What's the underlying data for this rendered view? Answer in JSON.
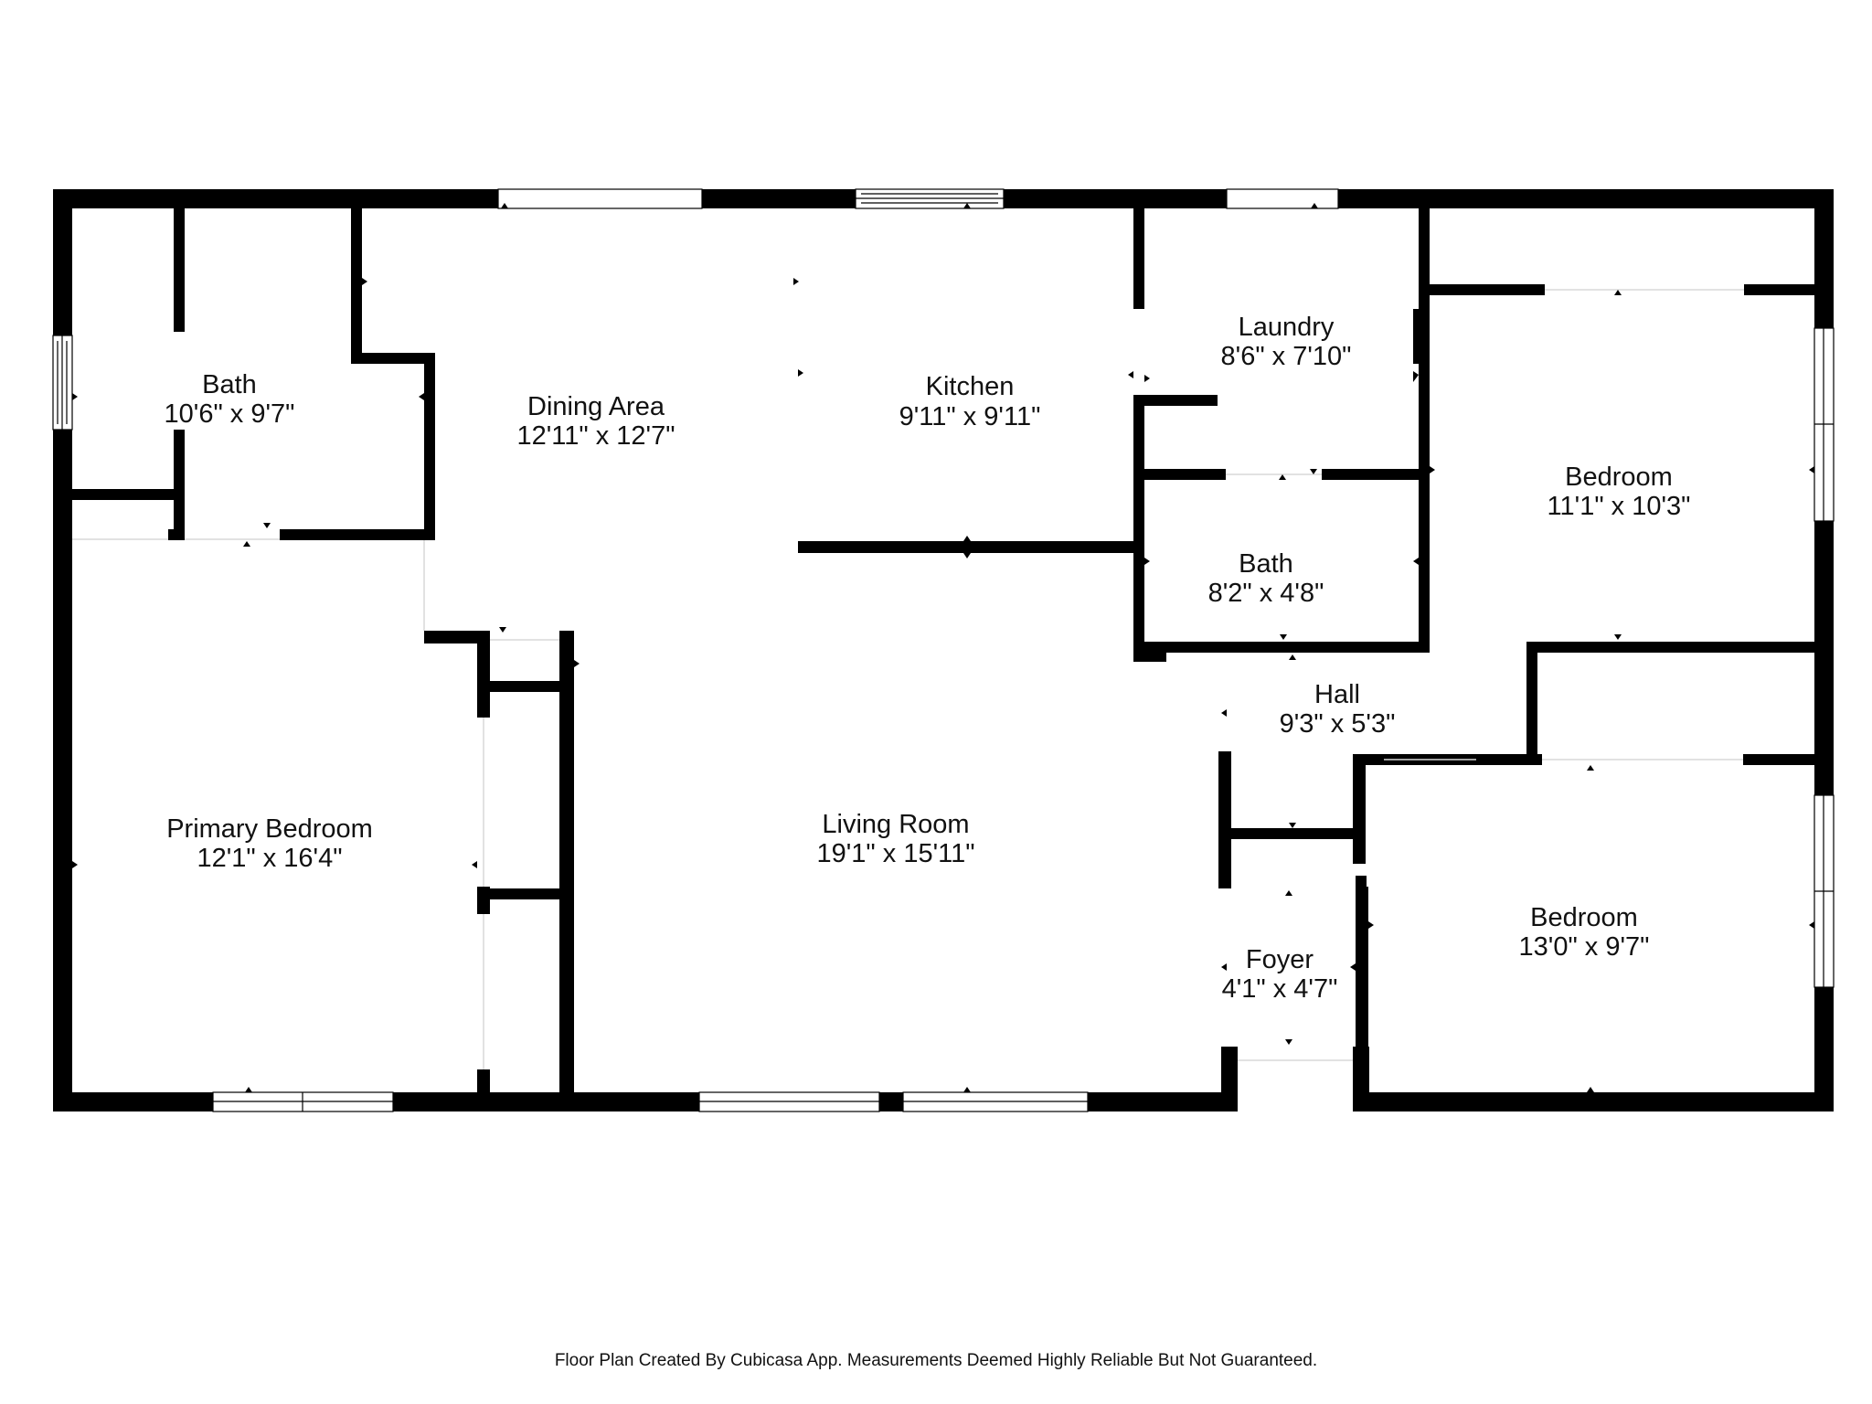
{
  "rooms": {
    "bath_1": {
      "name": "Bath",
      "dimensions": "10'6\" x 9'7\""
    },
    "dining": {
      "name": "Dining Area",
      "dimensions": "12'11\" x 12'7\""
    },
    "kitchen": {
      "name": "Kitchen",
      "dimensions": "9'11\" x 9'11\""
    },
    "laundry": {
      "name": "Laundry",
      "dimensions": "8'6\" x 7'10\""
    },
    "bedroom_1": {
      "name": "Bedroom",
      "dimensions": "11'1\" x 10'3\""
    },
    "bath_2": {
      "name": "Bath",
      "dimensions": "8'2\" x 4'8\""
    },
    "hall": {
      "name": "Hall",
      "dimensions": "9'3\" x 5'3\""
    },
    "primary_bedroom": {
      "name": "Primary Bedroom",
      "dimensions": "12'1\" x 16'4\""
    },
    "living_room": {
      "name": "Living Room",
      "dimensions": "19'1\" x 15'11\""
    },
    "foyer": {
      "name": "Foyer",
      "dimensions": "4'1\" x 4'7\""
    },
    "bedroom_2": {
      "name": "Bedroom",
      "dimensions": "13'0\" x 9'7\""
    }
  },
  "footer": "Floor Plan Created By Cubicasa App. Measurements Deemed Highly Reliable But Not Guaranteed.",
  "colors": {
    "wall": "#000000",
    "background": "#ffffff",
    "text": "#111111"
  }
}
